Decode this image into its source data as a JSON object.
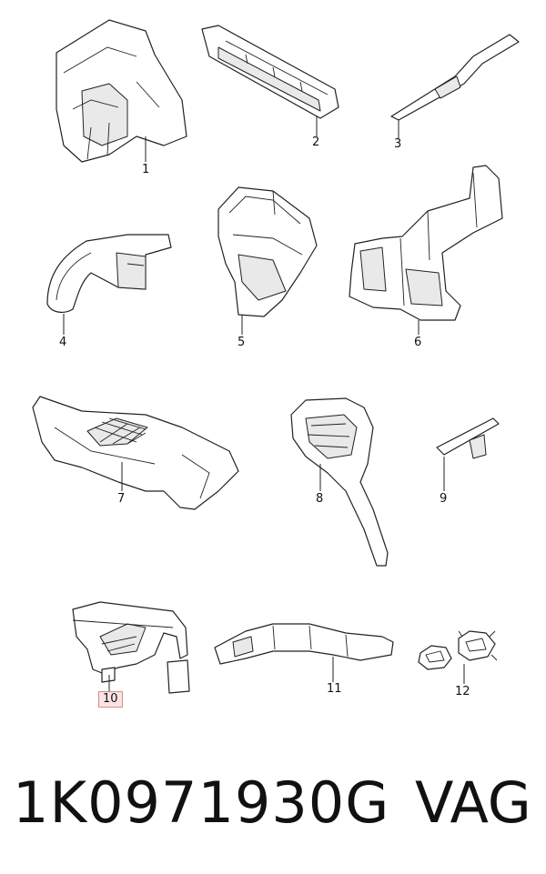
{
  "diagram": {
    "callouts": [
      "1",
      "2",
      "3",
      "4",
      "5",
      "6",
      "7",
      "8",
      "9",
      "10",
      "11",
      "12"
    ],
    "highlighted_callout": "10",
    "highlight_color": "#fbe3e3"
  },
  "caption": {
    "part_number": "1K0971930G",
    "brand": "VAG"
  }
}
